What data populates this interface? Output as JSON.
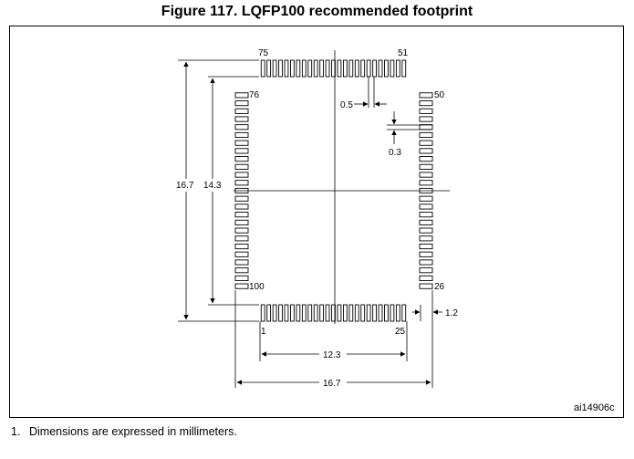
{
  "figure": {
    "title": "Figure 117. LQFP100 recommended footprint",
    "reference": "ai14906c"
  },
  "pins": {
    "top_left": "75",
    "top_right": "51",
    "left_top": "76",
    "left_bottom": "100",
    "right_top": "50",
    "right_bottom": "26",
    "bottom_left": "1",
    "bottom_right": "25"
  },
  "dimensions": {
    "pitch": "0.5",
    "pad_width": "0.3",
    "outer_height": "16.7",
    "inner_height": "14.3",
    "pad_length": "1.2",
    "inner_width": "12.3",
    "outer_width": "16.7"
  },
  "footnote": {
    "number": "1.",
    "text": "Dimensions are expressed in millimeters."
  },
  "colors": {
    "line": "#000000",
    "background": "#ffffff"
  }
}
